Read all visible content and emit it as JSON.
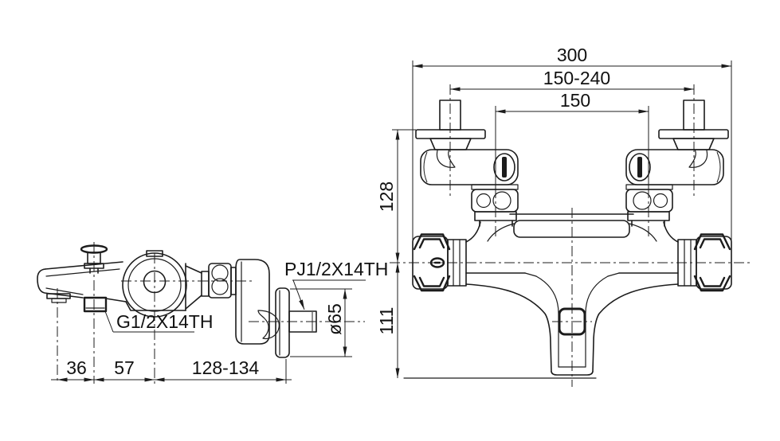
{
  "colors": {
    "line": "#1c1c1c",
    "background": "#ffffff"
  },
  "front_view": {
    "dim_overall_width": "300",
    "dim_adjustable_centers": "150-240",
    "dim_standard_centers": "150",
    "dim_upper_height": "128",
    "dim_lower_height": "111"
  },
  "side_view": {
    "dim_spout_outlet_offset": "36",
    "dim_outlet_to_valve": "57",
    "dim_valve_to_wall": "128-134",
    "label_shower_thread": "G1/2X14TH",
    "label_wall_thread": "PJ1/2X14TH",
    "label_flange_diameter": "ø65"
  }
}
